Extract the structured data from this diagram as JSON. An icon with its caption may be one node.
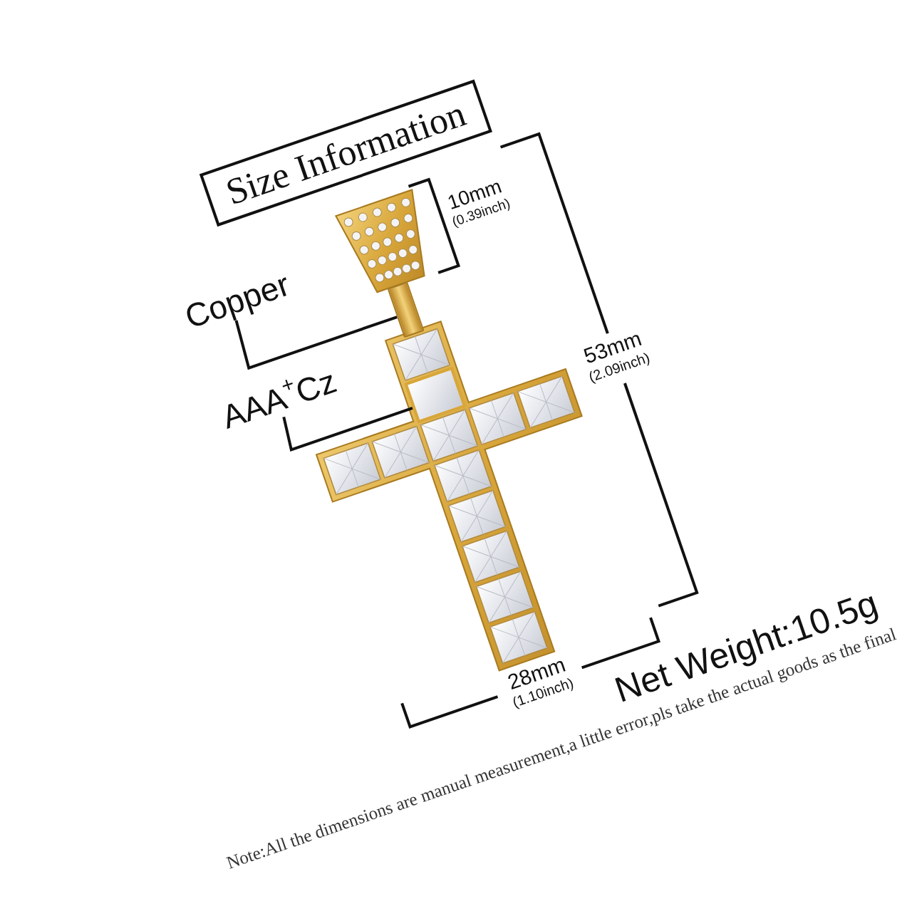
{
  "diagram": {
    "title": "Size Information",
    "nodes": [
      {
        "text": [
          "Copper"
        ]
      },
      {
        "text": [
          "AAA$^{+}$Cz"
        ]
      },
      {
        "text": [],
        "shape": "picture"
      },
      {
        "text": [],
        "shape": "picture"
      }
    ],
    "edges": [
      {
        "from": 0,
        "to": 2,
        "arrow": "none"
      },
      {
        "from": 1,
        "to": 3,
        "arrow": "none"
      }
    ],
    "labels": [
      "10mm",
      "(0.39inch)",
      "53mm",
      "(2.09inch)",
      "28mm",
      "(1.10inch)",
      "Net Weight:10.5g"
    ],
    "caption": "Note:All the dimensions are manual measurement,a little error,pls take the actual goods as the final"
  }
}
